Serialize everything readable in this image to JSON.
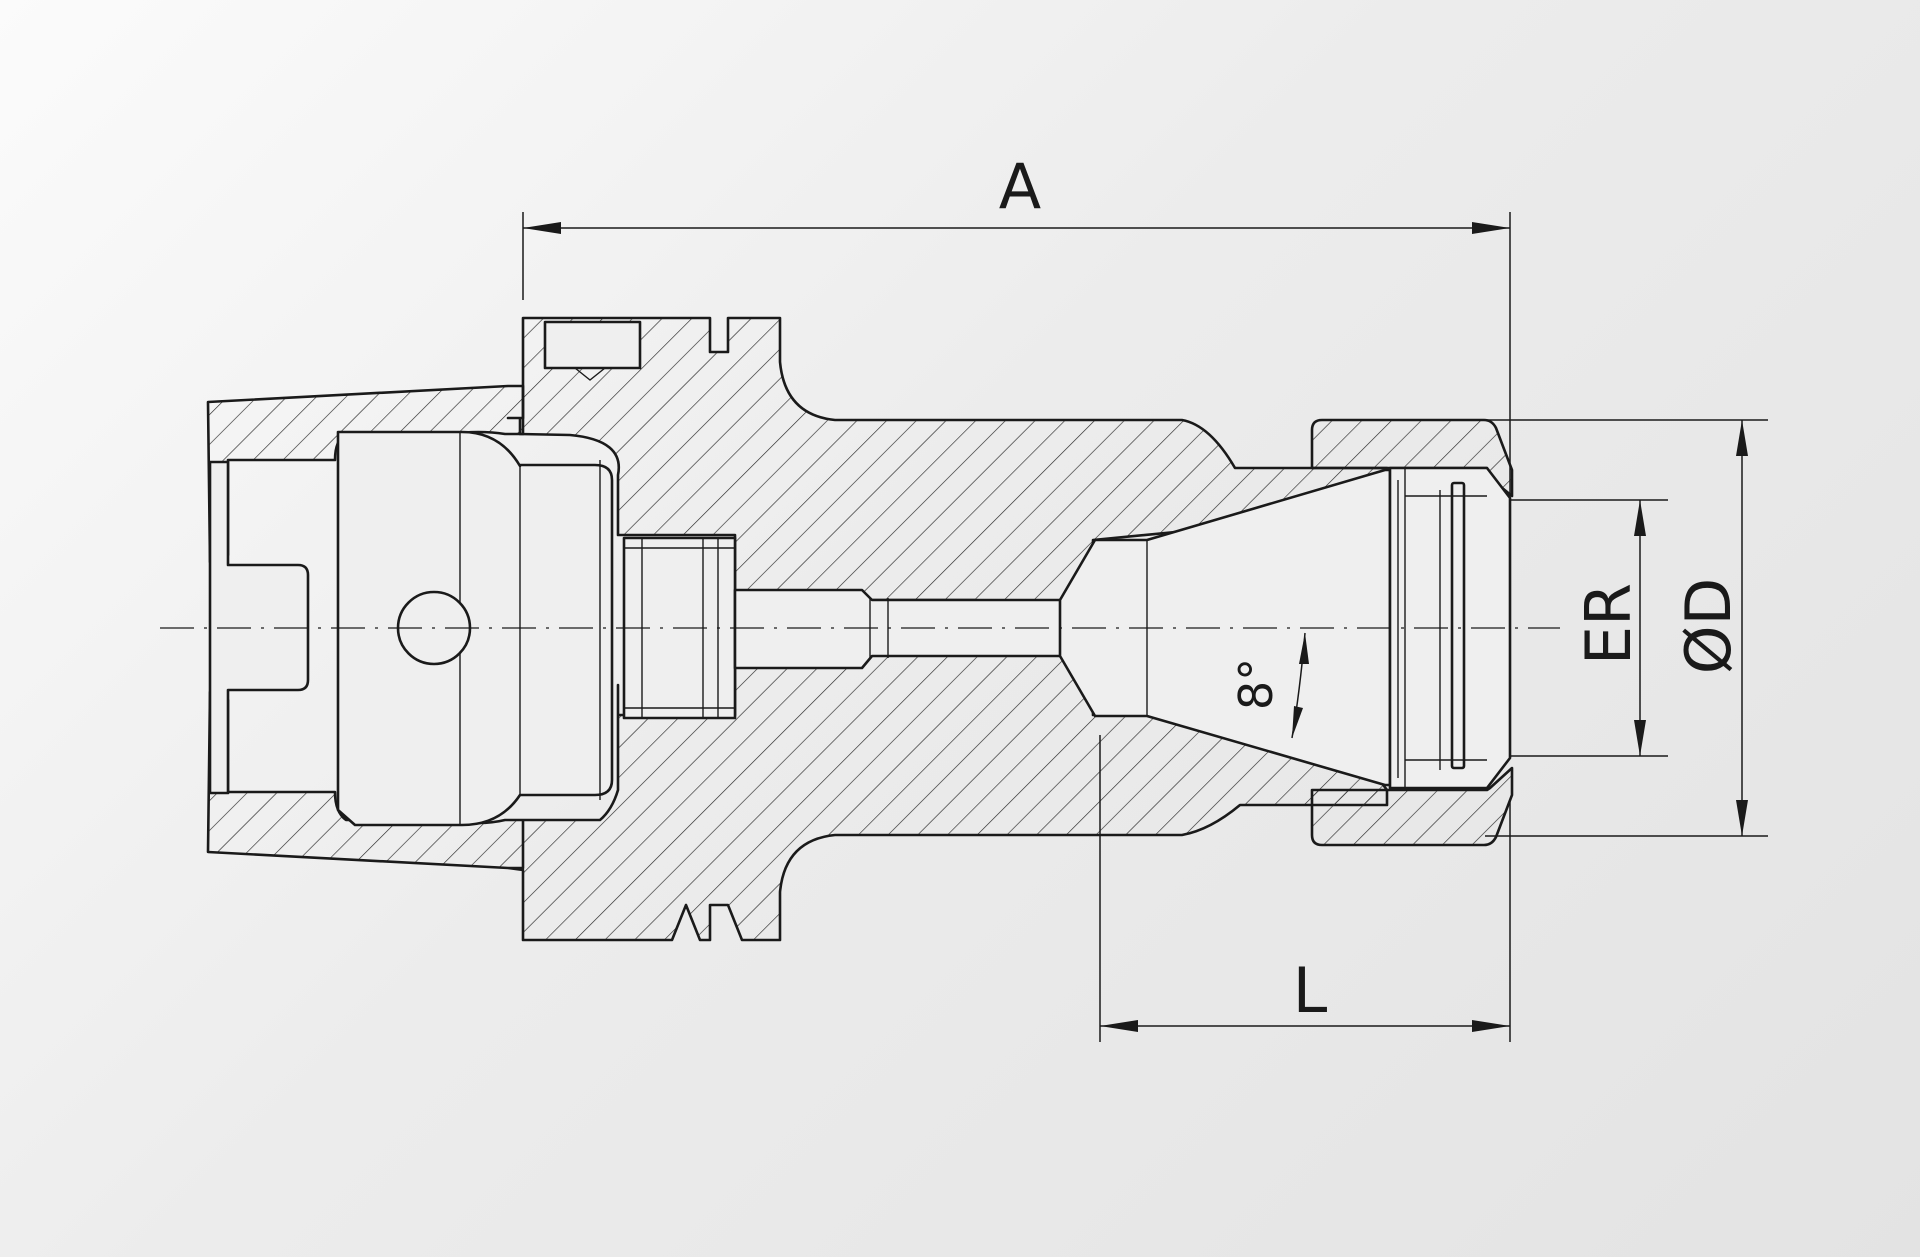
{
  "dimensions": {
    "a_label": "A",
    "l_label": "L",
    "er_label": "ER",
    "d_label": "ØD",
    "angle_label": "8°"
  },
  "colors": {
    "line": "#1a1a1a",
    "background": "#ececec"
  }
}
